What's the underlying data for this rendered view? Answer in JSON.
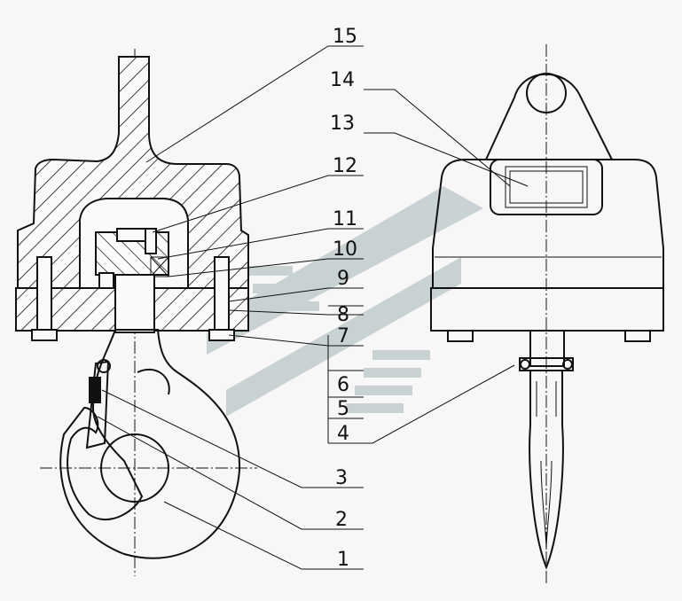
{
  "diagram": {
    "part_labels": [
      "1",
      "2",
      "3",
      "4",
      "5",
      "6",
      "7",
      "8",
      "9",
      "10",
      "11",
      "12",
      "13",
      "14",
      "15"
    ]
  },
  "colors": {
    "line": "#111111",
    "background": "#f7f7f7",
    "watermark": "#b9c6c8"
  },
  "icons": {
    "watermark": "company-logo-watermark"
  }
}
